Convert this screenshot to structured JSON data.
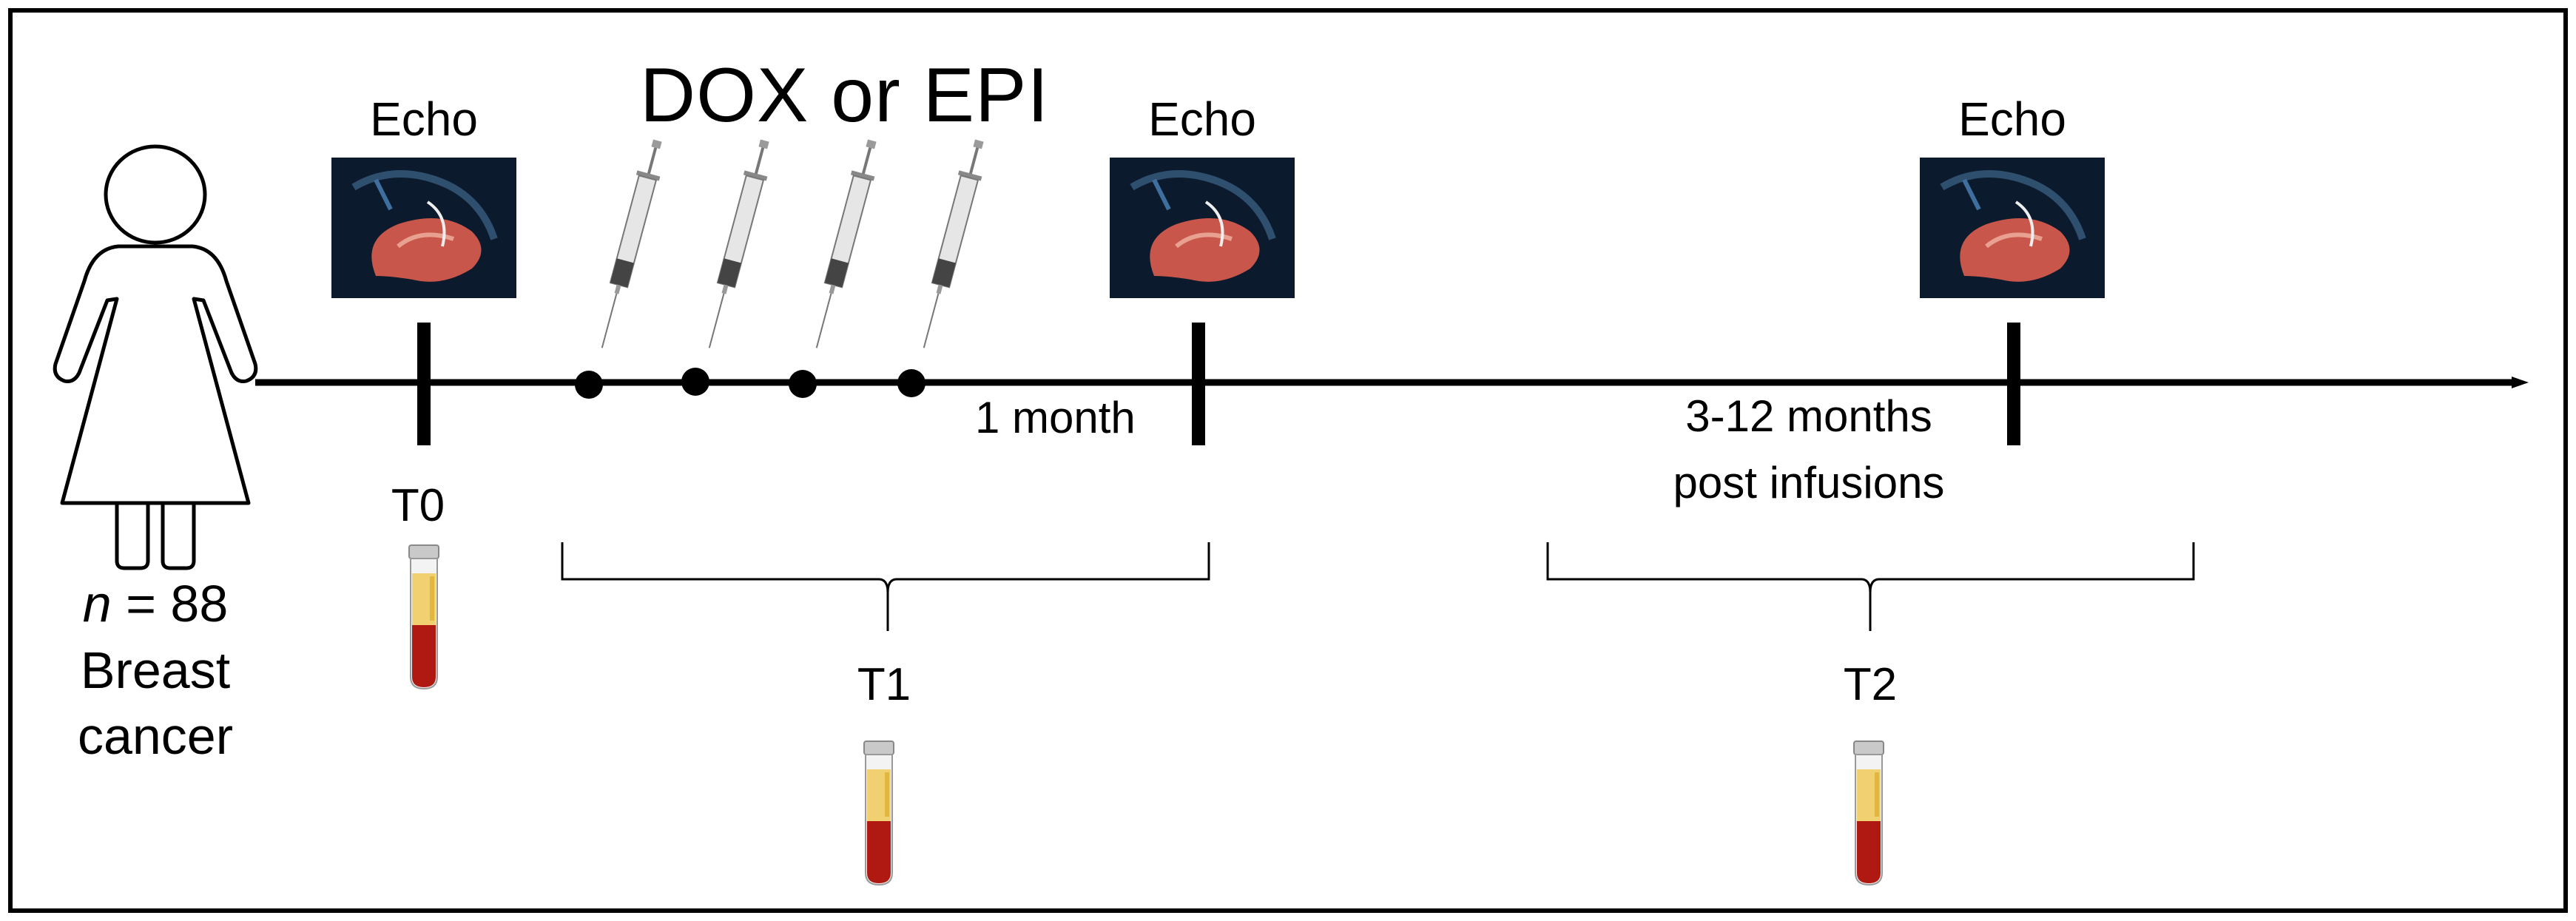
{
  "diagram": {
    "drug_title": "DOX or EPI",
    "echo_labels": [
      "Echo",
      "Echo",
      "Echo"
    ],
    "timepoints": {
      "t0": "T0",
      "t1": "T1",
      "t2": "T2"
    },
    "durations": {
      "one_month": "1 month",
      "post_line1": "3-12 months",
      "post_line2": "post infusions"
    },
    "cohort": {
      "n_symbol": "n",
      "n_value": " = 88",
      "line2": "Breast",
      "line3": "cancer"
    },
    "infusion_count": 4,
    "colors": {
      "line": "#000000",
      "blood": "#b01812",
      "plasma": "#f0d070",
      "echo_bg": "#0b1a2c",
      "heart": "#d65a4a"
    }
  }
}
